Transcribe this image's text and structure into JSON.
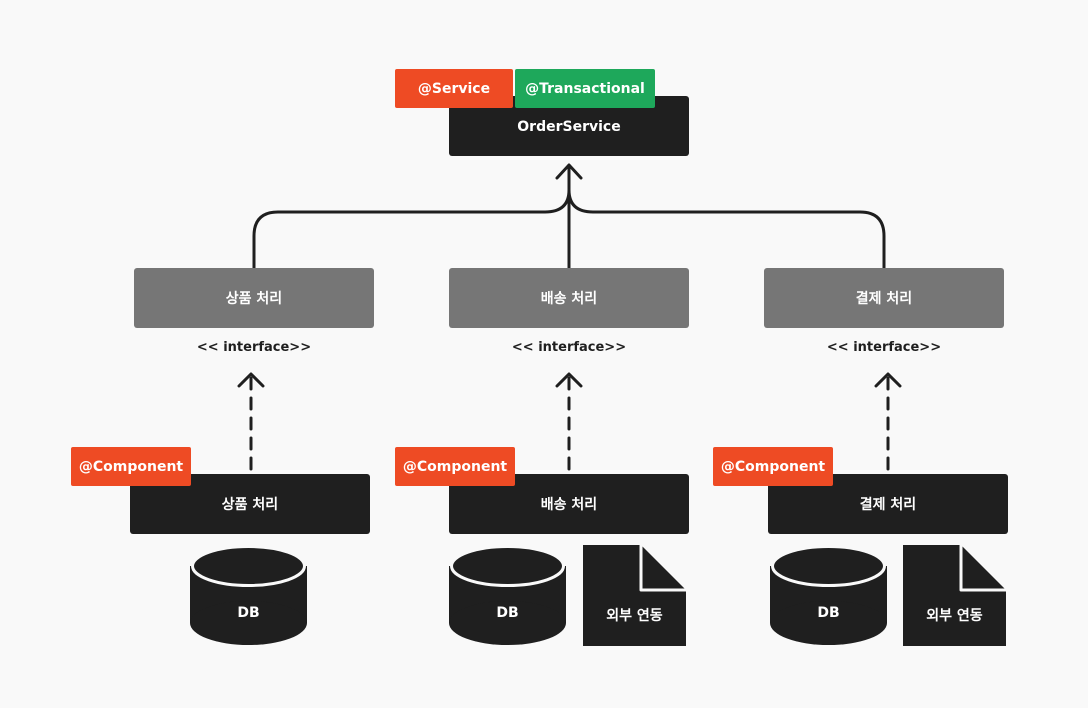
{
  "service": {
    "name": "OrderService",
    "annotation_service": "@Service",
    "annotation_transactional": "@Transactional"
  },
  "interface_stereotype": "<< interface>>",
  "columns": [
    {
      "interface_label": "상품 처리",
      "component_tag": "@Component",
      "component_label": "상품 처리",
      "db_label": "DB"
    },
    {
      "interface_label": "배송 처리",
      "component_tag": "@Component",
      "component_label": "배송 처리",
      "db_label": "DB",
      "external_label": "외부 연동"
    },
    {
      "interface_label": "결제 처리",
      "component_tag": "@Component",
      "component_label": "결제 처리",
      "db_label": "DB",
      "external_label": "외부 연동"
    }
  ],
  "colors": {
    "background": "#f9f9f9",
    "dark_box": "#1f1f1f",
    "interface_box": "#767676",
    "component_tag": "#ee4b24",
    "transactional_tag": "#1ea85b"
  }
}
